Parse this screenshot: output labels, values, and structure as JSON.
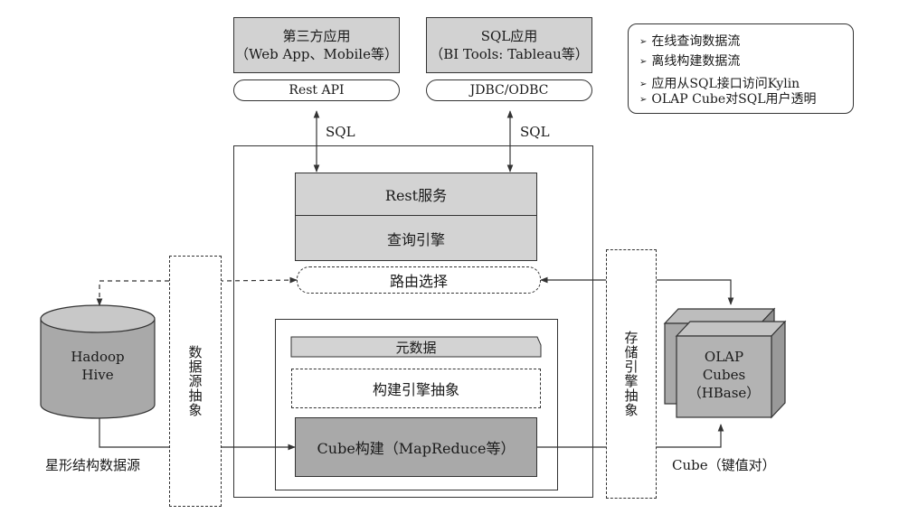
{
  "apps": {
    "third_party": {
      "title": "第三方应用",
      "subtitle": "（Web App、Mobile等）",
      "api": "Rest API"
    },
    "sql_app": {
      "title": "SQL应用",
      "subtitle": "（BI Tools: Tableau等）",
      "api": "JDBC/ODBC"
    }
  },
  "sql_labels": {
    "left": "SQL",
    "right": "SQL"
  },
  "legend": {
    "online_flow": "在线查询数据流",
    "offline_flow": "离线构建数据流",
    "note_sql": "应用从SQL接口访问Kylin",
    "note_olap": "OLAP Cube对SQL用户透明"
  },
  "core": {
    "rest_service": "Rest服务",
    "query_engine": "查询引擎",
    "routing": "路由选择",
    "metadata": "元数据",
    "build_engine_abstraction": "构建引擎抽象",
    "cube_build": "Cube构建（MapReduce等）"
  },
  "abstractions": {
    "data_source": "数据源抽象",
    "storage_engine": "存储引擎抽象"
  },
  "hive": {
    "line1": "Hadoop",
    "line2": "Hive",
    "caption": "星形结构数据源"
  },
  "olap": {
    "line1": "OLAP",
    "line2": "Cubes",
    "line3": "（HBase）",
    "caption": "Cube（键值对）"
  },
  "colors": {
    "box_gray": "#d3d3d3",
    "dark_gray": "#a9a9a9",
    "line": "#333333"
  }
}
